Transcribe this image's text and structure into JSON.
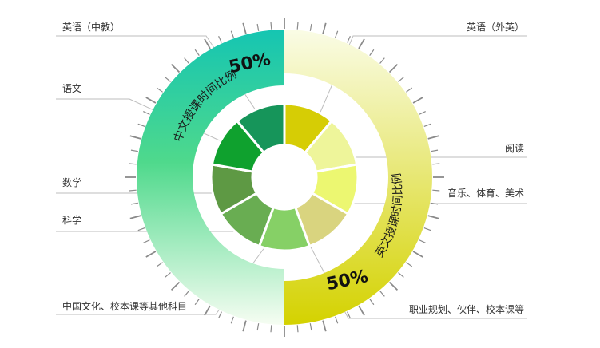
{
  "chart_data": {
    "type": "pie",
    "halves": [
      {
        "label": "中文授课时间比例",
        "percent_text": "50%",
        "value": 50
      },
      {
        "label": "英文授课时间比例",
        "percent_text": "50%",
        "value": 50
      }
    ],
    "categories": [
      "英语（中教）",
      "语文",
      "数学",
      "科学",
      "中国文化、校本课等其他科目",
      "英语（外英）",
      "阅读",
      "音乐、体育、美术",
      "职业规划、伙伴、校本课等"
    ],
    "segments": [
      {
        "label": "英语（中教）",
        "half": "left",
        "color": "#16955a"
      },
      {
        "label": "语文",
        "half": "left",
        "color": "#0fa12e"
      },
      {
        "label": "数学",
        "half": "left",
        "color": "#5e9944"
      },
      {
        "label": "科学",
        "half": "left",
        "color": "#69ad52"
      },
      {
        "label": "中国文化、校本课等其他科目",
        "half": "left",
        "color": "#86d066"
      },
      {
        "label": "英语（外英）",
        "half": "right",
        "color": "#d6cd05"
      },
      {
        "label": "阅读",
        "half": "right",
        "color": "#eef59a"
      },
      {
        "label": "音乐、体育、美术",
        "half": "right",
        "color": "#ecf771"
      },
      {
        "label": "职业规划、伙伴、校本课等",
        "half": "right",
        "color": "#d9d47f"
      }
    ]
  },
  "colors": {
    "left_ring_top": "#15c5b2",
    "left_ring_mid": "#4fd98c",
    "left_ring_bottom": "#f6fdf2",
    "right_ring_top": "#fafce6",
    "right_ring_bottom": "#d4d200",
    "outer_tick": "#8a8a8a",
    "leader_line": "#bdbdbd",
    "label_text": "#333333"
  }
}
